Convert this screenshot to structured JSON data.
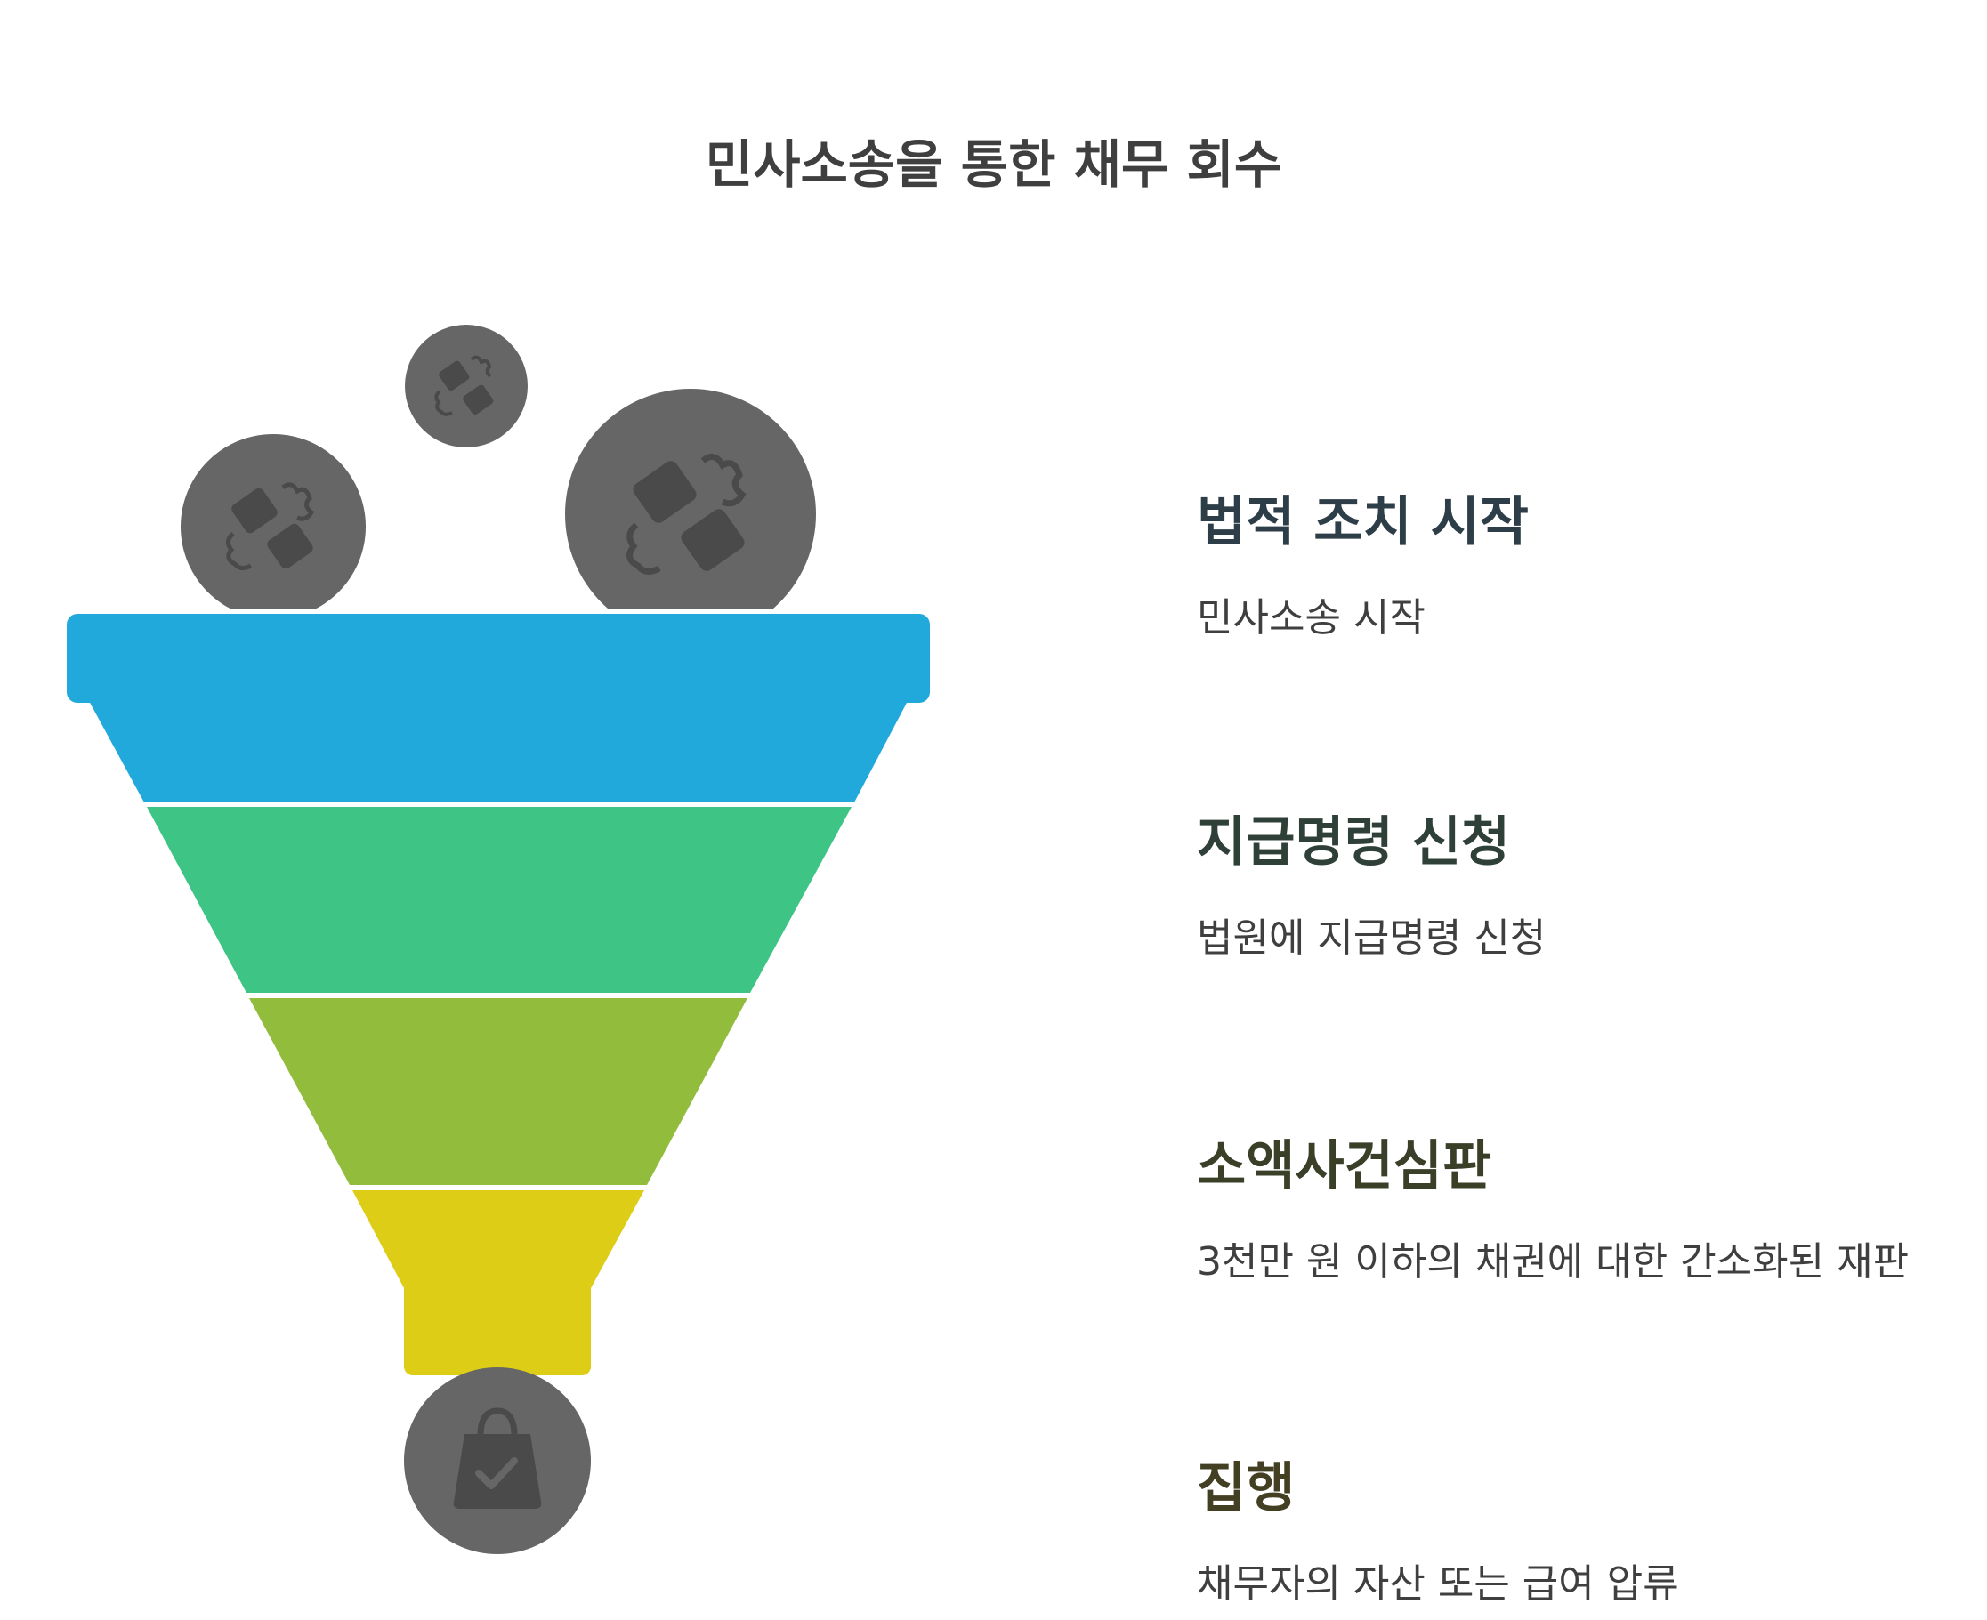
{
  "title": "민사소송을 통한 채무 회수",
  "steps": [
    {
      "title": "법적 조치 시작",
      "description": "민사소송 시작",
      "icon": "gavel-icon",
      "color": "#20A9DA",
      "title_color": "#2d3e48"
    },
    {
      "title": "지급명령 신청",
      "description": "법원에 지급명령 신청",
      "icon": "clipboard-download-icon",
      "color": "#3EC585",
      "title_color": "#2f4038"
    },
    {
      "title": "소액사건심판",
      "description": "3천만 원 이하의 채권에 대한 간소화된 재판",
      "icon": "people-group-icon",
      "color": "#92BC3B",
      "title_color": "#3a4028"
    },
    {
      "title": "집행",
      "description": "채무자의 자산 또는 급여 압류",
      "icon": "hand-money-icon",
      "color": "#DECD16",
      "title_color": "#423f22"
    }
  ],
  "funnel_inputs": [
    "puzzle-coin-icon",
    "puzzle-coin-icon",
    "puzzle-coin-icon"
  ],
  "funnel_output": "shopping-bag-check-icon",
  "colors": {
    "coin": "#666666",
    "coin_glyph": "#4a4a4a"
  }
}
